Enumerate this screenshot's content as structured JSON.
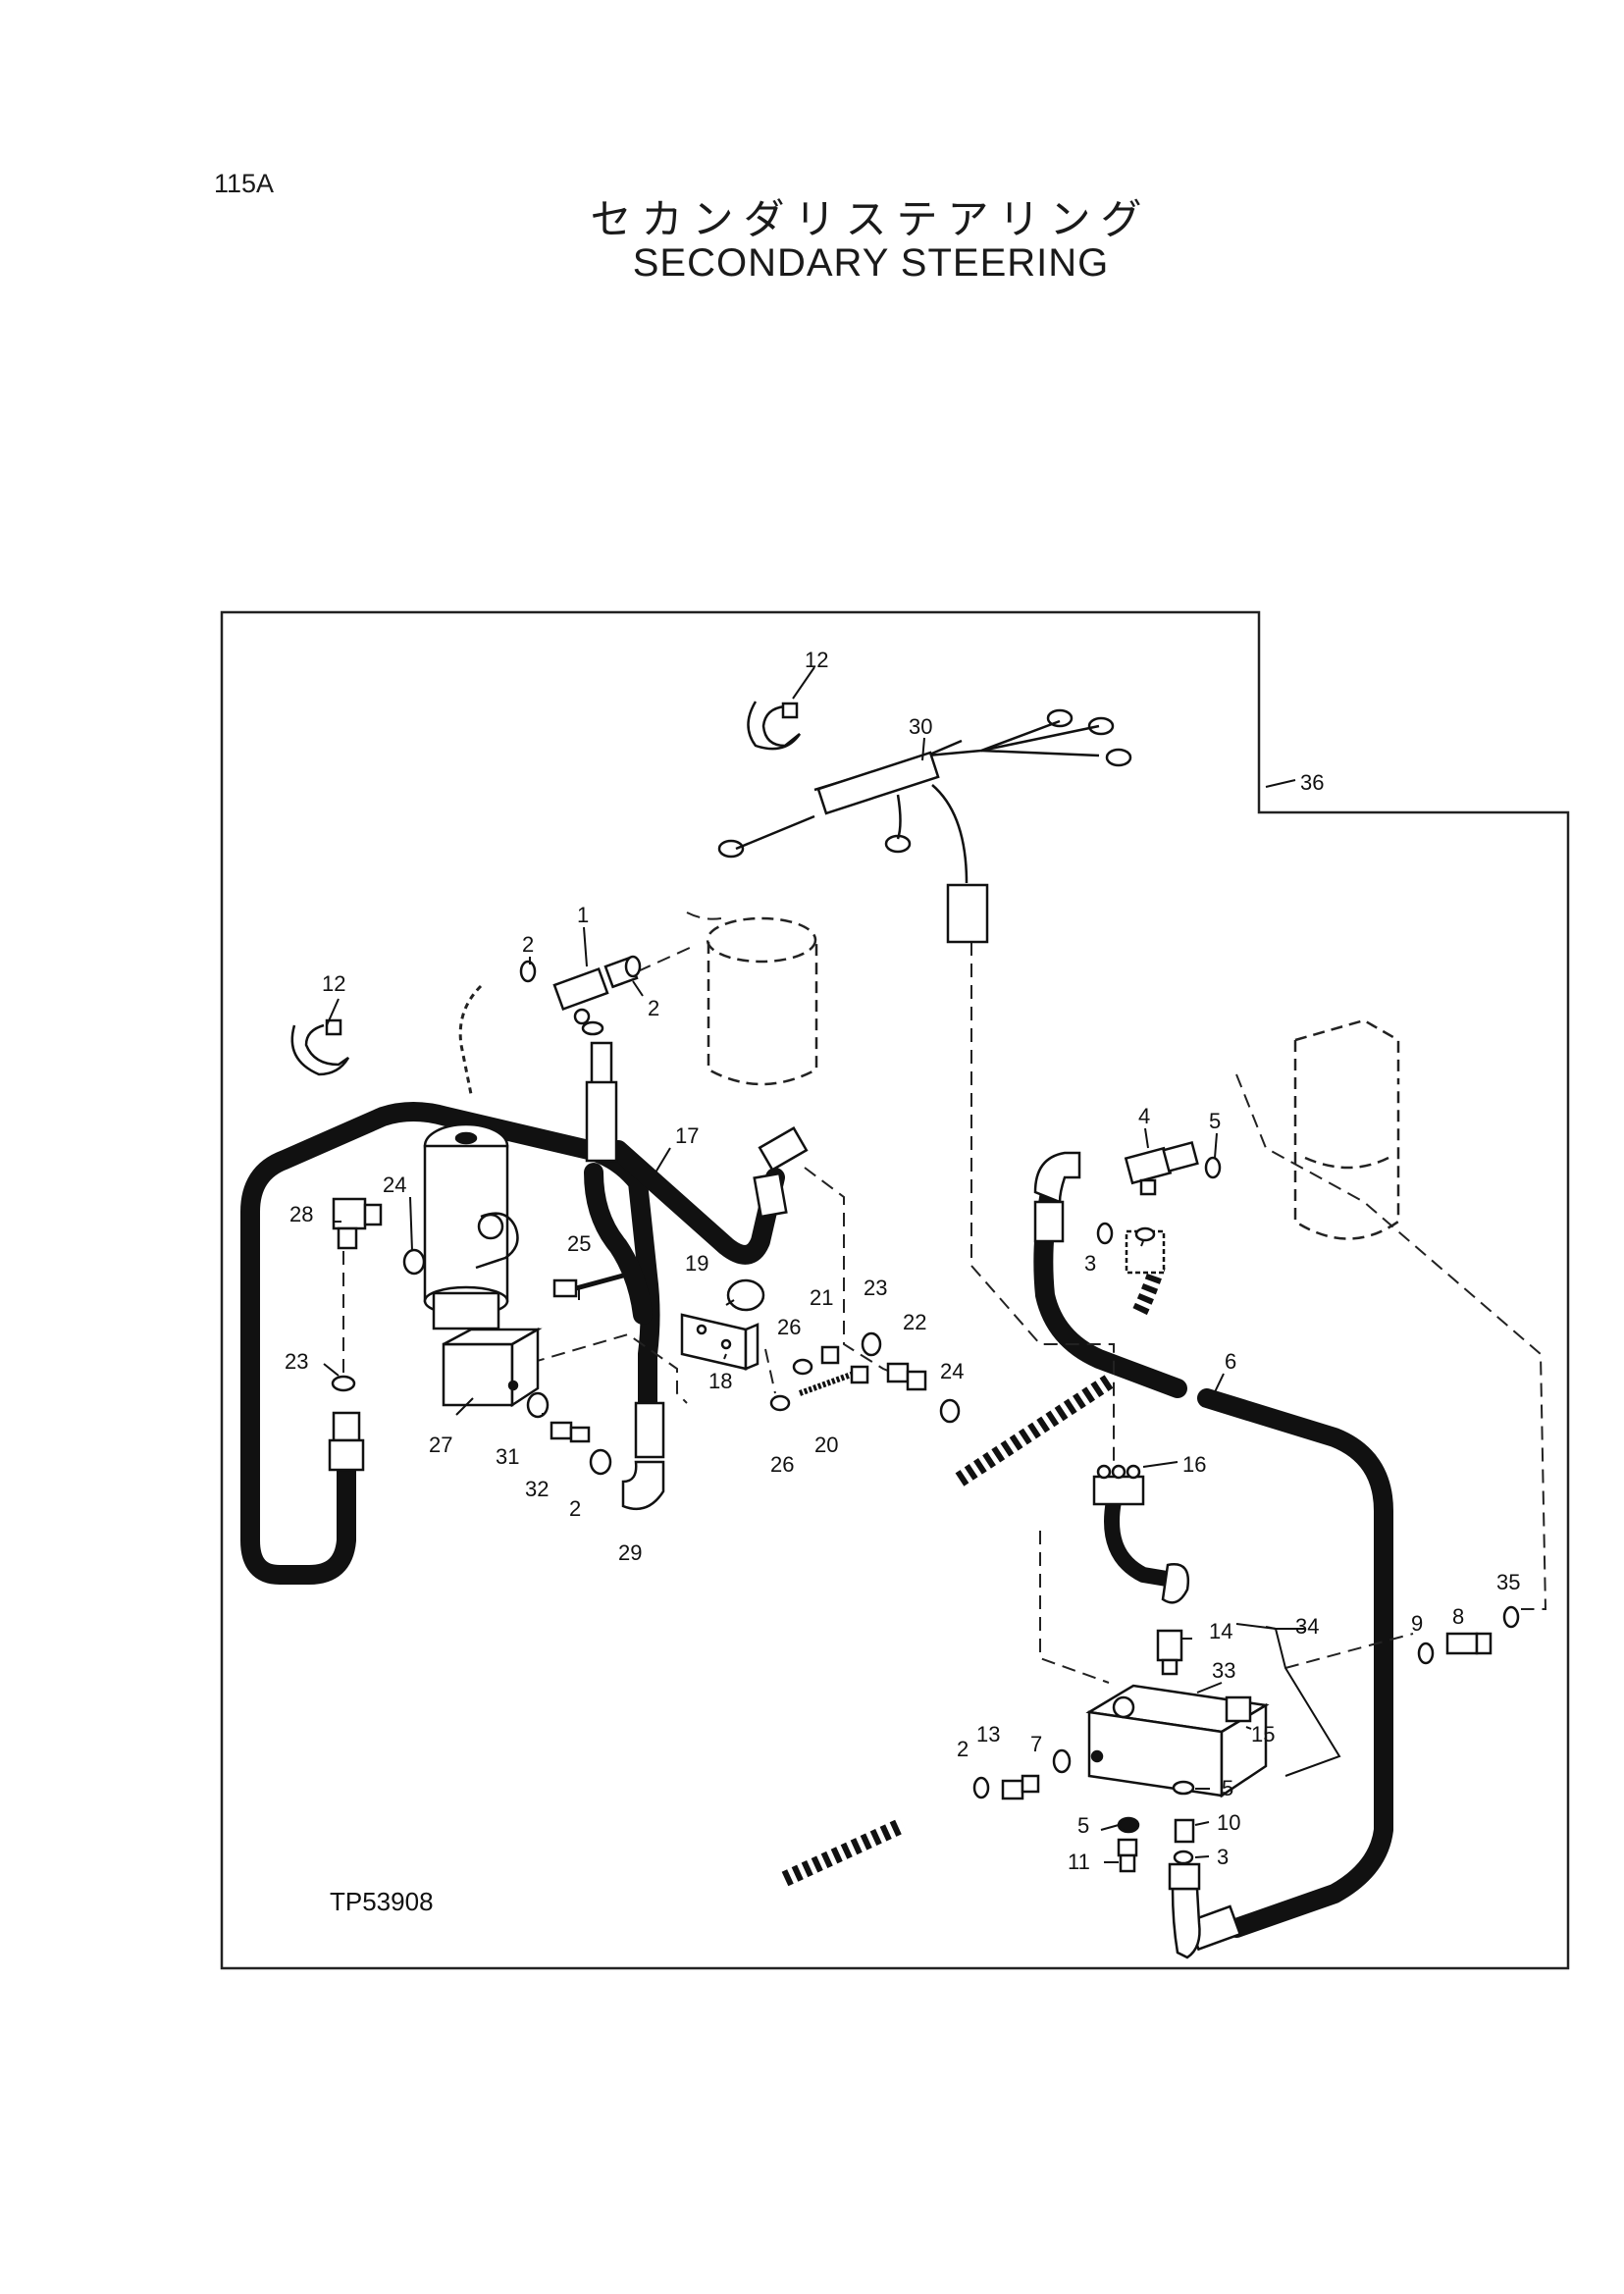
{
  "page_number": "115A",
  "title_jp": "セカンダリステアリング",
  "title_en": "SECONDARY STEERING",
  "figure_ref": "TP53908",
  "callouts": {
    "c1": "1",
    "c2a": "2",
    "c2b": "2",
    "c2c": "2",
    "c2d": "2",
    "c3a": "3",
    "c3b": "3",
    "c4": "4",
    "c5a": "5",
    "c5b": "5",
    "c5c": "5",
    "c6": "6",
    "c7": "7",
    "c8": "8",
    "c9": "9",
    "c10": "10",
    "c11": "11",
    "c12a": "12",
    "c12b": "12",
    "c13": "13",
    "c14": "14",
    "c15": "15",
    "c16": "16",
    "c17": "17",
    "c18": "18",
    "c19": "19",
    "c20": "20",
    "c21": "21",
    "c22": "22",
    "c23a": "23",
    "c23b": "23",
    "c24a": "24",
    "c24b": "24",
    "c25": "25",
    "c26a": "26",
    "c26b": "26",
    "c27": "27",
    "c28": "28",
    "c29": "29",
    "c30": "30",
    "c31": "31",
    "c32": "32",
    "c33": "33",
    "c34": "34",
    "c35": "35",
    "c36": "36"
  }
}
